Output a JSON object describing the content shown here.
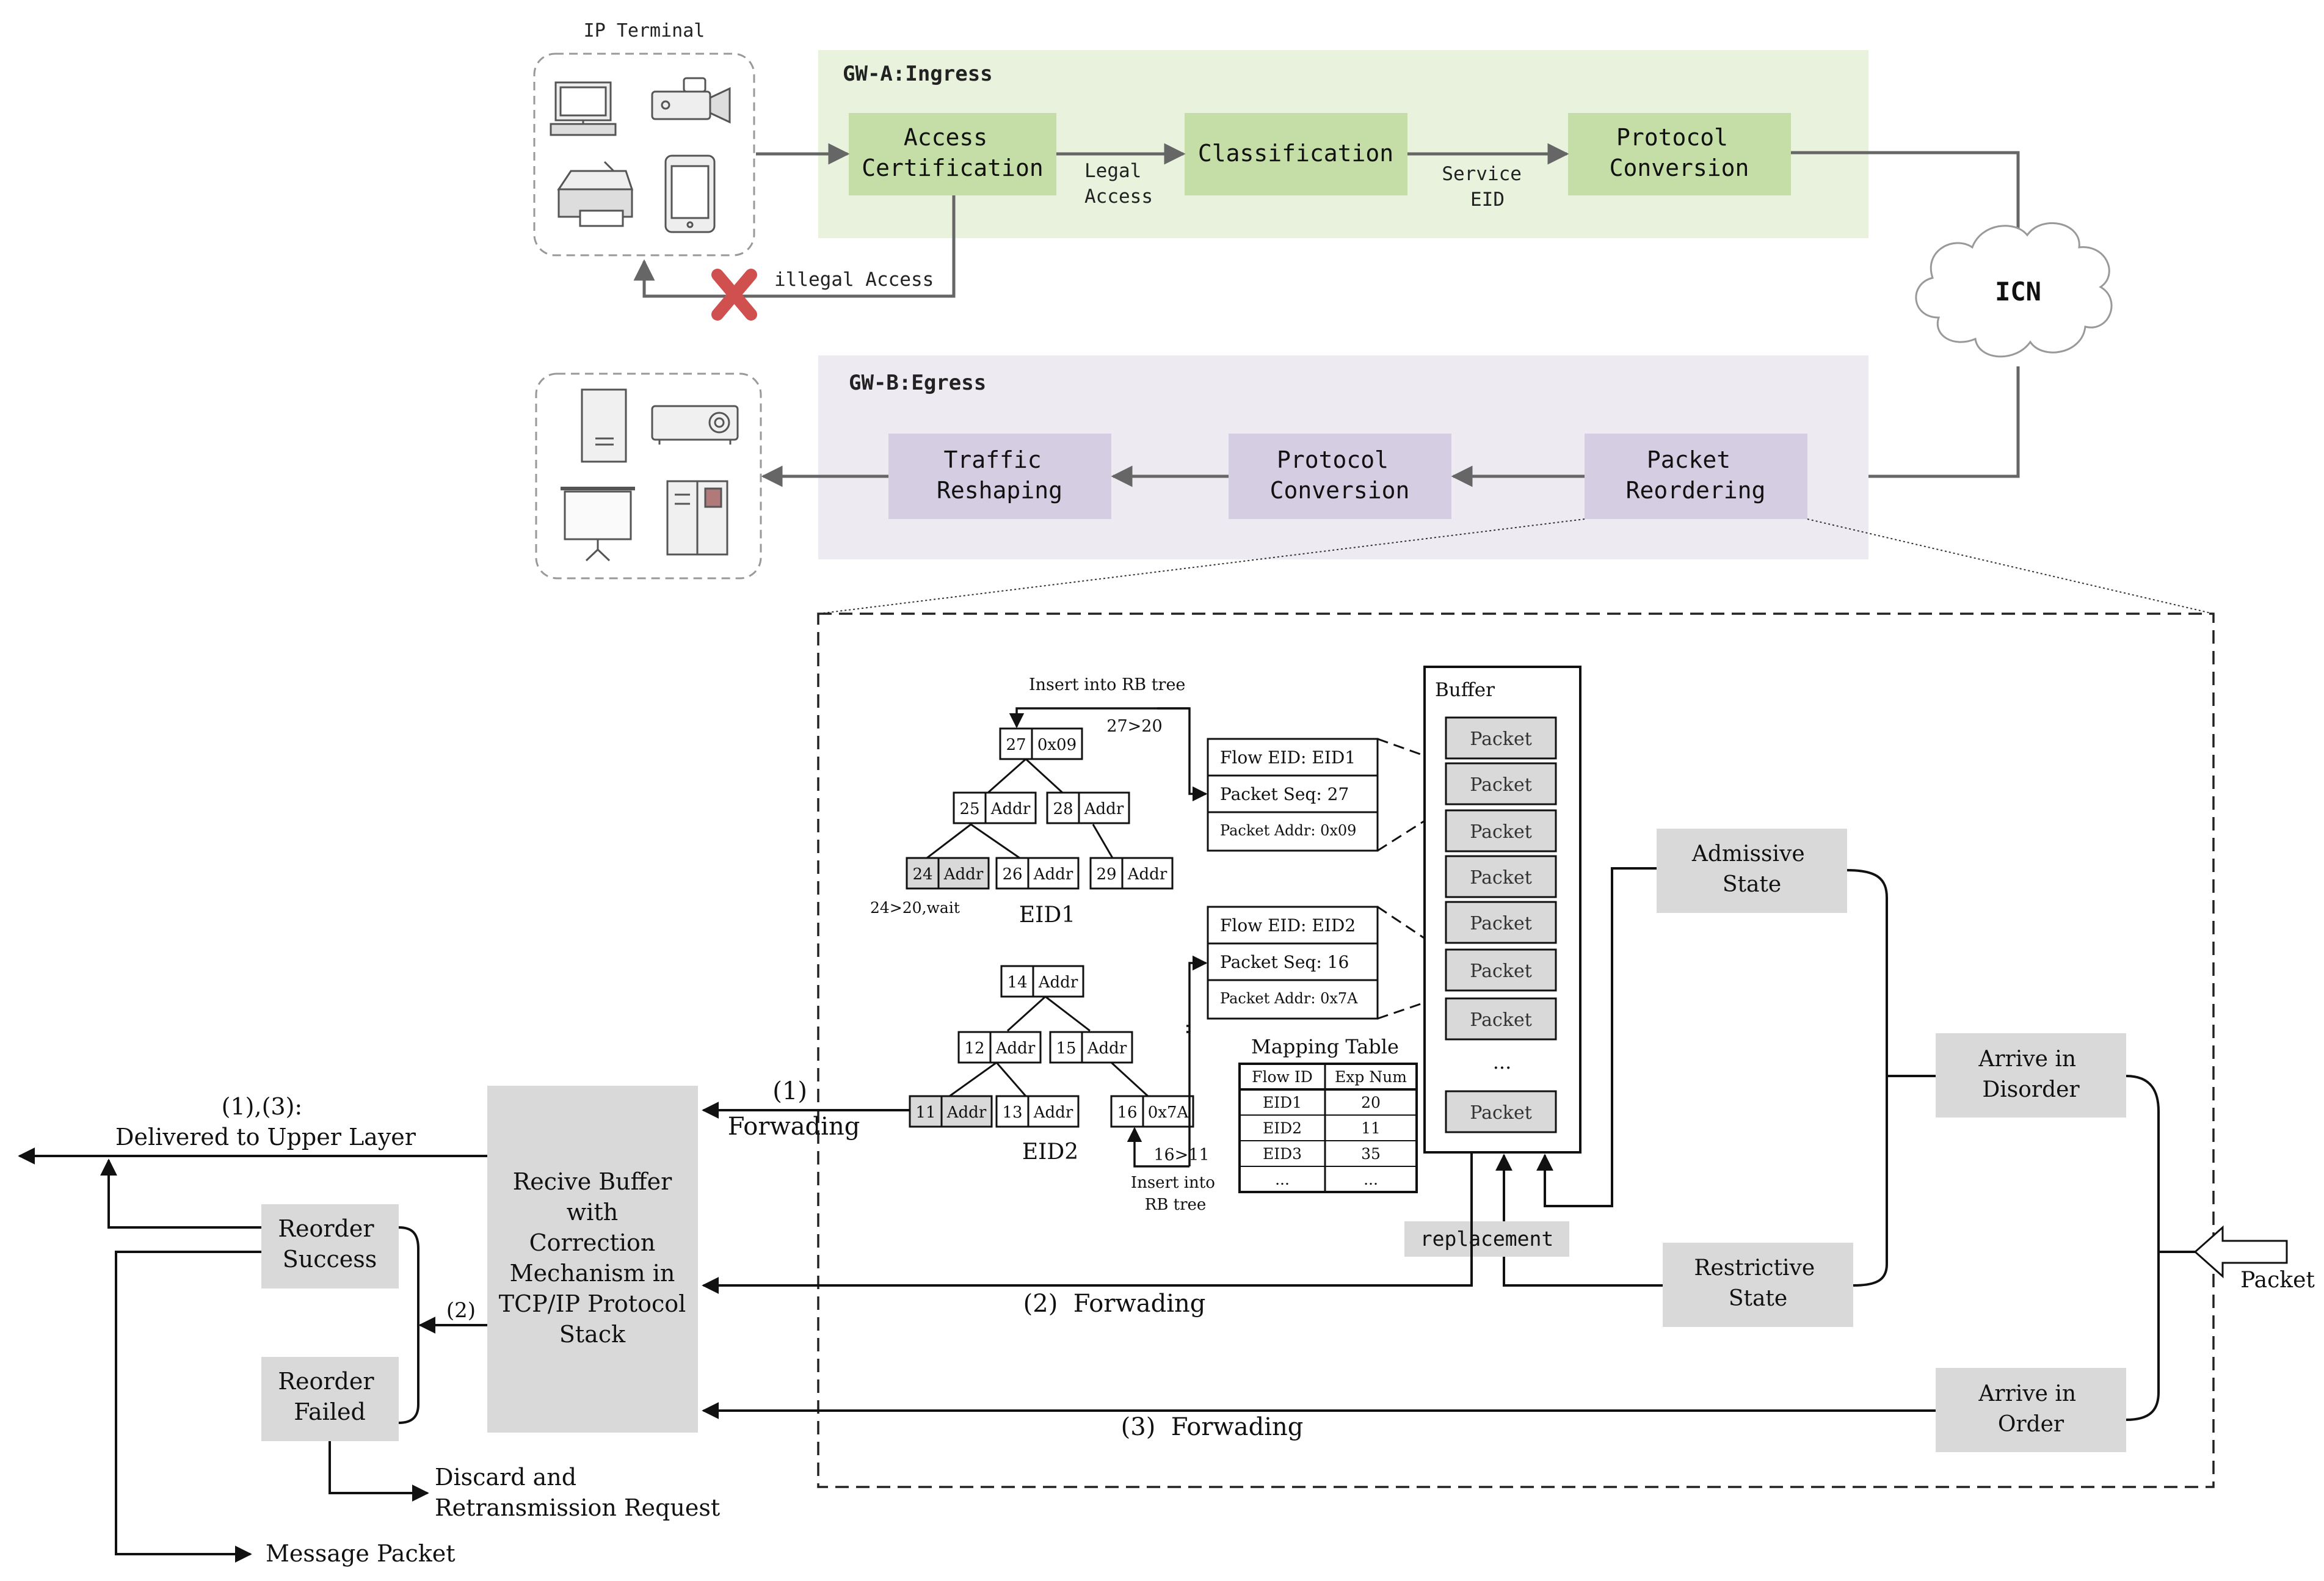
{
  "ip_terminal_label": "IP Terminal",
  "gw_a": {
    "title": "GW-A:Ingress",
    "access_certification": [
      "Access",
      "Certification"
    ],
    "classification": "Classification",
    "protocol_conversion": [
      "Protocol",
      "Conversion"
    ],
    "legal_access": [
      "Legal",
      "Access"
    ],
    "service_eid": [
      "Service",
      "EID"
    ],
    "illegal_access": "illegal Access"
  },
  "icn": "ICN",
  "gw_b": {
    "title": "GW-B:Egress",
    "packet_reordering": [
      "Packet",
      "Reordering"
    ],
    "protocol_conversion": [
      "Protocol",
      "Conversion"
    ],
    "traffic_reshaping": [
      "Traffic",
      "Reshaping"
    ]
  },
  "rb_tree": {
    "insert_top": "Insert into RB tree",
    "compare_top": "27>20",
    "eid1_label": "EID1",
    "eid2_label": "EID2",
    "wait_note": "24>20,wait",
    "compare_bottom": "16>11",
    "insert_bottom": [
      "Insert into",
      "RB tree"
    ],
    "eid1_nodes": [
      {
        "key": "27",
        "val": "0x09",
        "gray": false
      },
      {
        "key": "25",
        "val": "Addr",
        "gray": false
      },
      {
        "key": "28",
        "val": "Addr",
        "gray": false
      },
      {
        "key": "24",
        "val": "Addr",
        "gray": true
      },
      {
        "key": "26",
        "val": "Addr",
        "gray": false
      },
      {
        "key": "29",
        "val": "Addr",
        "gray": false
      }
    ],
    "eid2_nodes": [
      {
        "key": "14",
        "val": "Addr",
        "gray": false
      },
      {
        "key": "12",
        "val": "Addr",
        "gray": false
      },
      {
        "key": "15",
        "val": "Addr",
        "gray": false
      },
      {
        "key": "11",
        "val": "Addr",
        "gray": true
      },
      {
        "key": "13",
        "val": "Addr",
        "gray": false
      },
      {
        "key": "16",
        "val": "0x7A",
        "gray": false
      }
    ]
  },
  "flow_box_1": [
    "Flow EID: EID1",
    "Packet Seq: 27",
    "Packet Addr: 0x09"
  ],
  "flow_box_2": [
    "Flow EID: EID2",
    "Packet Seq: 16",
    "Packet Addr: 0x7A"
  ],
  "mapping_table": {
    "title": "Mapping Table",
    "headers": [
      "Flow ID",
      "Exp Num"
    ],
    "rows": [
      [
        "EID1",
        "20"
      ],
      [
        "EID2",
        "11"
      ],
      [
        "EID3",
        "35"
      ],
      [
        "...",
        "..."
      ]
    ]
  },
  "buffer": {
    "title": "Buffer",
    "packets": [
      "Packet",
      "Packet",
      "Packet",
      "Packet",
      "Packet",
      "Packet",
      "Packet"
    ],
    "ellipsis": "...",
    "last_packet": "Packet"
  },
  "replacement": "replacement",
  "admissive_state": [
    "Admissive",
    "State"
  ],
  "restrictive_state": [
    "Restrictive",
    "State"
  ],
  "arrive_disorder": [
    "Arrive in",
    "Disorder"
  ],
  "arrive_order": [
    "Arrive in",
    "Order"
  ],
  "packet_input": "Packet",
  "recive_buffer": [
    "Recive Buffer",
    "with",
    "Correction",
    "Mechanism in",
    "TCP/IP Protocol",
    "Stack"
  ],
  "forwarding_1": [
    "(1)",
    "Forwading"
  ],
  "forwarding_2": "(2)  Forwading",
  "forwarding_3": "(3)  Forwading",
  "delivered": [
    "(1),(3):",
    "Delivered to Upper Layer"
  ],
  "reorder_success": [
    "Reorder",
    "Success"
  ],
  "reorder_failed": [
    "Reorder",
    "Failed"
  ],
  "label_2": "(2)",
  "discard": [
    "Discard and",
    "Retransmission Request"
  ],
  "message_packet": "Message Packet",
  "colors": {
    "gw_a_bg": "#e8f2dc",
    "gw_a_box": "#c5dea8",
    "gw_b_bg": "#edeaf2",
    "gw_b_box": "#d5cde2",
    "gray_box": "#d9d9d9",
    "arrow": "#666666",
    "cross": "#d05050"
  }
}
